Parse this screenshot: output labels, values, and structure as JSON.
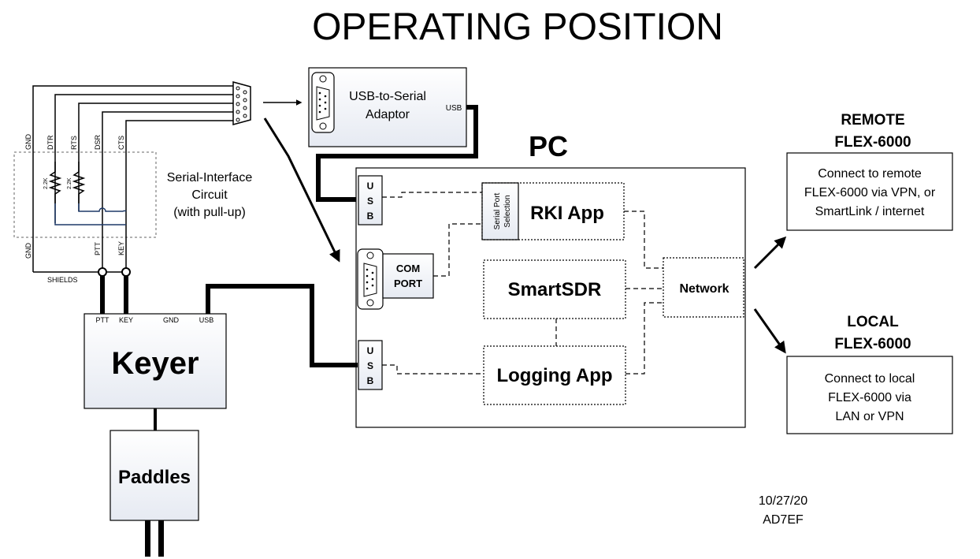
{
  "title": "OPERATING POSITION",
  "serial_interface": {
    "label_line1": "Serial-Interface",
    "label_line2": "Circuit",
    "label_line3": "(with pull-up)",
    "pins_top": [
      "GND",
      "DTR",
      "RTS",
      "DSR",
      "CTS"
    ],
    "pins_bottom": [
      "GND",
      "PTT",
      "KEY"
    ],
    "resistor_value": "2.2K",
    "shields_label": "SHIELDS"
  },
  "usb_serial_adaptor": {
    "line1": "USB-to-Serial",
    "line2": "Adaptor",
    "port_label": "USB"
  },
  "pc": {
    "title": "PC",
    "usb_letters": [
      "U",
      "S",
      "B"
    ],
    "com_port_line1": "COM",
    "com_port_line2": "PORT",
    "serial_port_selection_line1": "Serial Port",
    "serial_port_selection_line2": "Selection",
    "rki_app": "RKI App",
    "smartsdr": "SmartSDR",
    "logging_app": "Logging App",
    "network": "Network"
  },
  "keyer": {
    "title": "Keyer",
    "ports": [
      "PTT",
      "KEY",
      "GND",
      "USB"
    ]
  },
  "paddles": {
    "title": "Paddles"
  },
  "remote": {
    "heading_line1": "REMOTE",
    "heading_line2": "FLEX-6000",
    "desc_line1": "Connect to remote",
    "desc_line2": "FLEX-6000 via VPN, or",
    "desc_line3": "SmartLink / internet"
  },
  "local": {
    "heading_line1": "LOCAL",
    "heading_line2": "FLEX-6000",
    "desc_line1": "Connect to local",
    "desc_line2": "FLEX-6000 via",
    "desc_line3": "LAN or VPN"
  },
  "footer": {
    "date": "10/27/20",
    "callsign": "AD7EF"
  }
}
